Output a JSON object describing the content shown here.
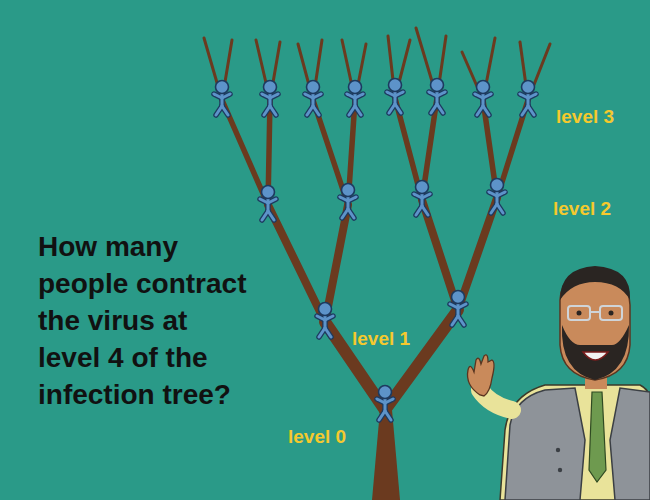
{
  "diagram": {
    "labels": [
      "level 3",
      "level 2",
      "How many people contract the virus at level 4 of the infection tree?",
      "level 1",
      "level 0"
    ]
  }
}
